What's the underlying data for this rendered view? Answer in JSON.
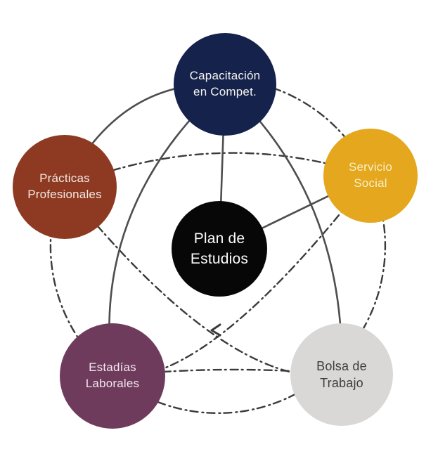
{
  "diagram": {
    "background_color": "#ffffff",
    "center_node": {
      "id": "plan-de-estudios",
      "lines": [
        "Plan de",
        "Estudios"
      ],
      "color": "#070707",
      "text_color": "#fbfbfb"
    },
    "nodes": [
      {
        "id": "capacitacion-en-compet",
        "lines": [
          "Capacitación",
          "en Compet."
        ],
        "color": "#15224c",
        "text_color": "#f6f4ef"
      },
      {
        "id": "servicio-social",
        "lines": [
          "Servicio",
          "Social"
        ],
        "color": "#e4a71d",
        "text_color": "#f8efc8"
      },
      {
        "id": "bolsa-de-trabajo",
        "lines": [
          "Bolsa de",
          "Trabajo"
        ],
        "color": "#d9d8d6",
        "text_color": "#3d3d3d"
      },
      {
        "id": "estadias-laborales",
        "lines": [
          "Estadías",
          "Laborales"
        ],
        "color": "#6f3b5d",
        "text_color": "#f2e7ee"
      },
      {
        "id": "practicas-profesionales",
        "lines": [
          "Prácticas",
          "Profesionales"
        ],
        "color": "#8e3a22",
        "text_color": "#f5e9e3"
      }
    ],
    "connector_colors": {
      "solid": "#4f4e4e",
      "dashed": "#3b3b3b"
    }
  }
}
